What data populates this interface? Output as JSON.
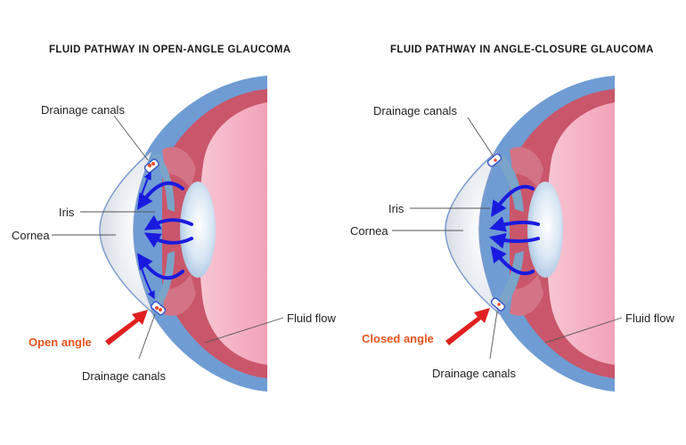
{
  "left_panel": {
    "title": "FLUID PATHWAY IN OPEN-ANGLE GLAUCOMA",
    "labels": {
      "drainage_top": "Drainage canals",
      "iris": "Iris",
      "cornea": "Cornea",
      "angle": "Open angle",
      "drainage_bottom": "Drainage canals",
      "fluid_flow": "Fluid flow"
    }
  },
  "right_panel": {
    "title": "FLUID PATHWAY IN ANGLE-CLOSURE GLAUCOMA",
    "labels": {
      "drainage_top": "Drainage canals",
      "iris": "Iris",
      "cornea": "Cornea",
      "angle": "Closed angle",
      "drainage_bottom": "Drainage canals",
      "fluid_flow": "Fluid flow"
    }
  },
  "colors": {
    "accent_label": "#e8541e",
    "indicator_arrow": "#e02020",
    "fluid_arrow": "#1a1adf",
    "sclera": "#6f9cd3",
    "ciliary": "#c9566a",
    "lens": "#c9dbef",
    "retina": "#f2a8bd",
    "cornea": "#dfe4ea"
  },
  "icons": [
    "fluid-flow-arrow",
    "indicator-arrow",
    "drainage-canal-icon"
  ]
}
